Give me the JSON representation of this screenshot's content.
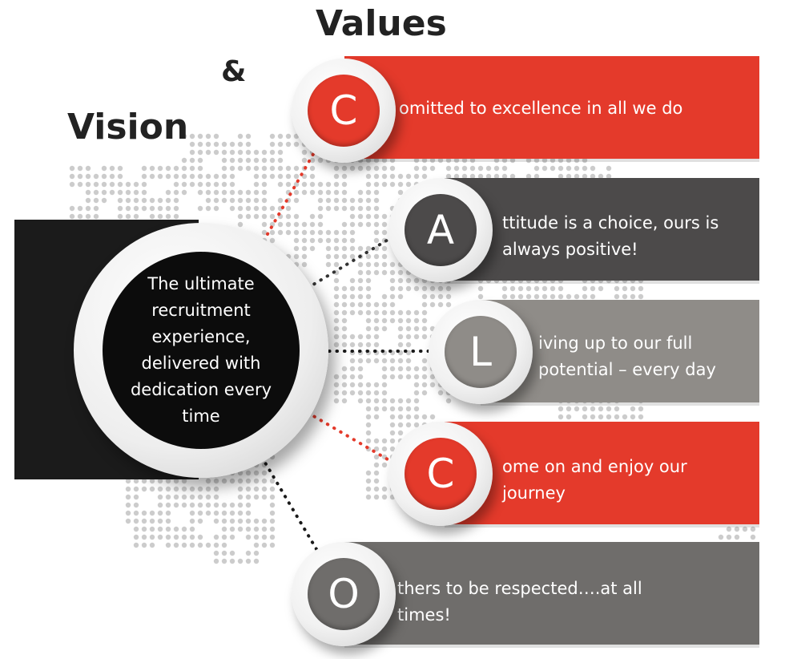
{
  "title": {
    "line1": "Values",
    "line2": "&",
    "line3": "Vision"
  },
  "hub": {
    "text": "The ultimate recruitment experience, delivered with dedication every time"
  },
  "values": [
    {
      "letter": "C",
      "text": "omitted to excellence in all we do",
      "band_color": "#e43a2b",
      "circle_color": "#e43a2b",
      "dot_color": "#e43a2b"
    },
    {
      "letter": "A",
      "text": "ttitude is a choice, ours is always positive!",
      "band_color": "#4c4a4a",
      "circle_color": "#4c4a4a",
      "dot_color": "#333333"
    },
    {
      "letter": "L",
      "text": "iving up to our full potential – every day",
      "band_color": "#8f8c88",
      "circle_color": "#8f8c88",
      "dot_color": "#1a1a1a"
    },
    {
      "letter": "C",
      "text": "ome on and enjoy our journey",
      "band_color": "#e43a2b",
      "circle_color": "#e43a2b",
      "dot_color": "#e43a2b"
    },
    {
      "letter": "O",
      "text": "thers to be respected….at all times!",
      "band_color": "#6f6d6b",
      "circle_color": "#6f6d6b",
      "dot_color": "#1a1a1a"
    }
  ],
  "colors": {
    "hub_core": "#0c0c0c",
    "left_bar": "#1b1b1b",
    "map_dots": "#cccccc"
  }
}
